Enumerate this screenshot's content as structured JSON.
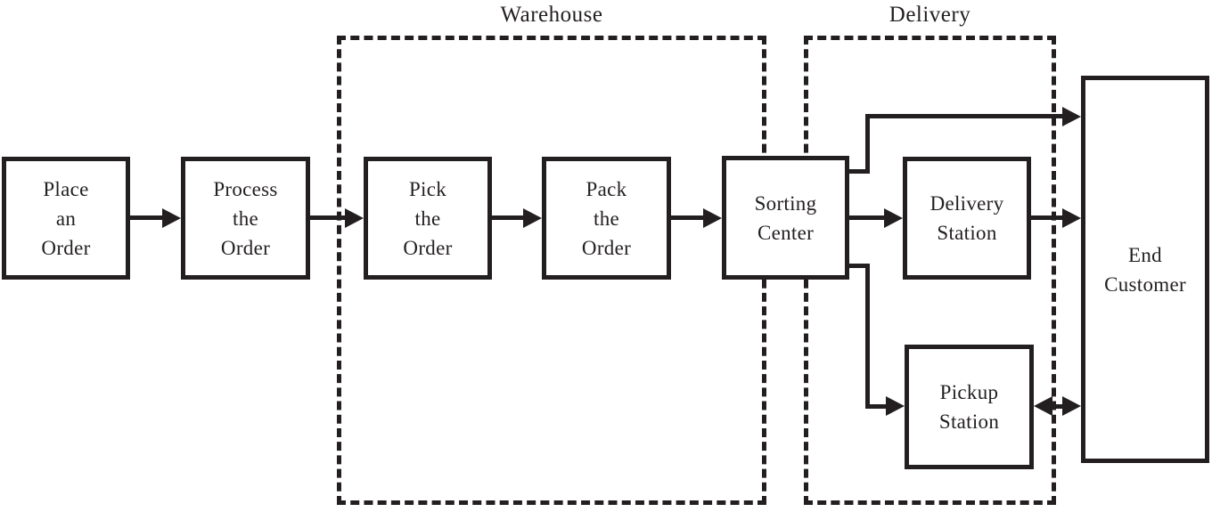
{
  "diagram": {
    "colors": {
      "ink": "#231f20",
      "background": "#ffffff"
    },
    "containers": {
      "warehouse": {
        "label": "Warehouse"
      },
      "delivery": {
        "label": "Delivery"
      }
    },
    "nodes": {
      "place_order": {
        "lines": [
          "Place",
          "an",
          "Order"
        ]
      },
      "process_order": {
        "lines": [
          "Process",
          "the",
          "Order"
        ]
      },
      "pick_order": {
        "lines": [
          "Pick",
          "the",
          "Order"
        ]
      },
      "pack_order": {
        "lines": [
          "Pack",
          "the",
          "Order"
        ]
      },
      "sorting_center": {
        "lines": [
          "Sorting",
          "Center"
        ]
      },
      "delivery_station": {
        "lines": [
          "Delivery",
          "Station"
        ]
      },
      "pickup_station": {
        "lines": [
          "Pickup",
          "Station"
        ]
      },
      "end_customer": {
        "lines": [
          "End",
          "Customer"
        ]
      }
    },
    "edges": [
      {
        "from": "place_order",
        "to": "process_order",
        "type": "arrow"
      },
      {
        "from": "process_order",
        "to": "pick_order",
        "type": "arrow"
      },
      {
        "from": "pick_order",
        "to": "pack_order",
        "type": "arrow"
      },
      {
        "from": "pack_order",
        "to": "sorting_center",
        "type": "arrow"
      },
      {
        "from": "sorting_center",
        "to": "delivery_station",
        "type": "arrow"
      },
      {
        "from": "delivery_station",
        "to": "end_customer",
        "type": "arrow"
      },
      {
        "from": "sorting_center",
        "to": "end_customer",
        "type": "elbow-arrow"
      },
      {
        "from": "sorting_center",
        "to": "pickup_station",
        "type": "elbow-arrow"
      },
      {
        "from": "pickup_station",
        "to": "end_customer",
        "type": "double-arrow"
      }
    ]
  }
}
